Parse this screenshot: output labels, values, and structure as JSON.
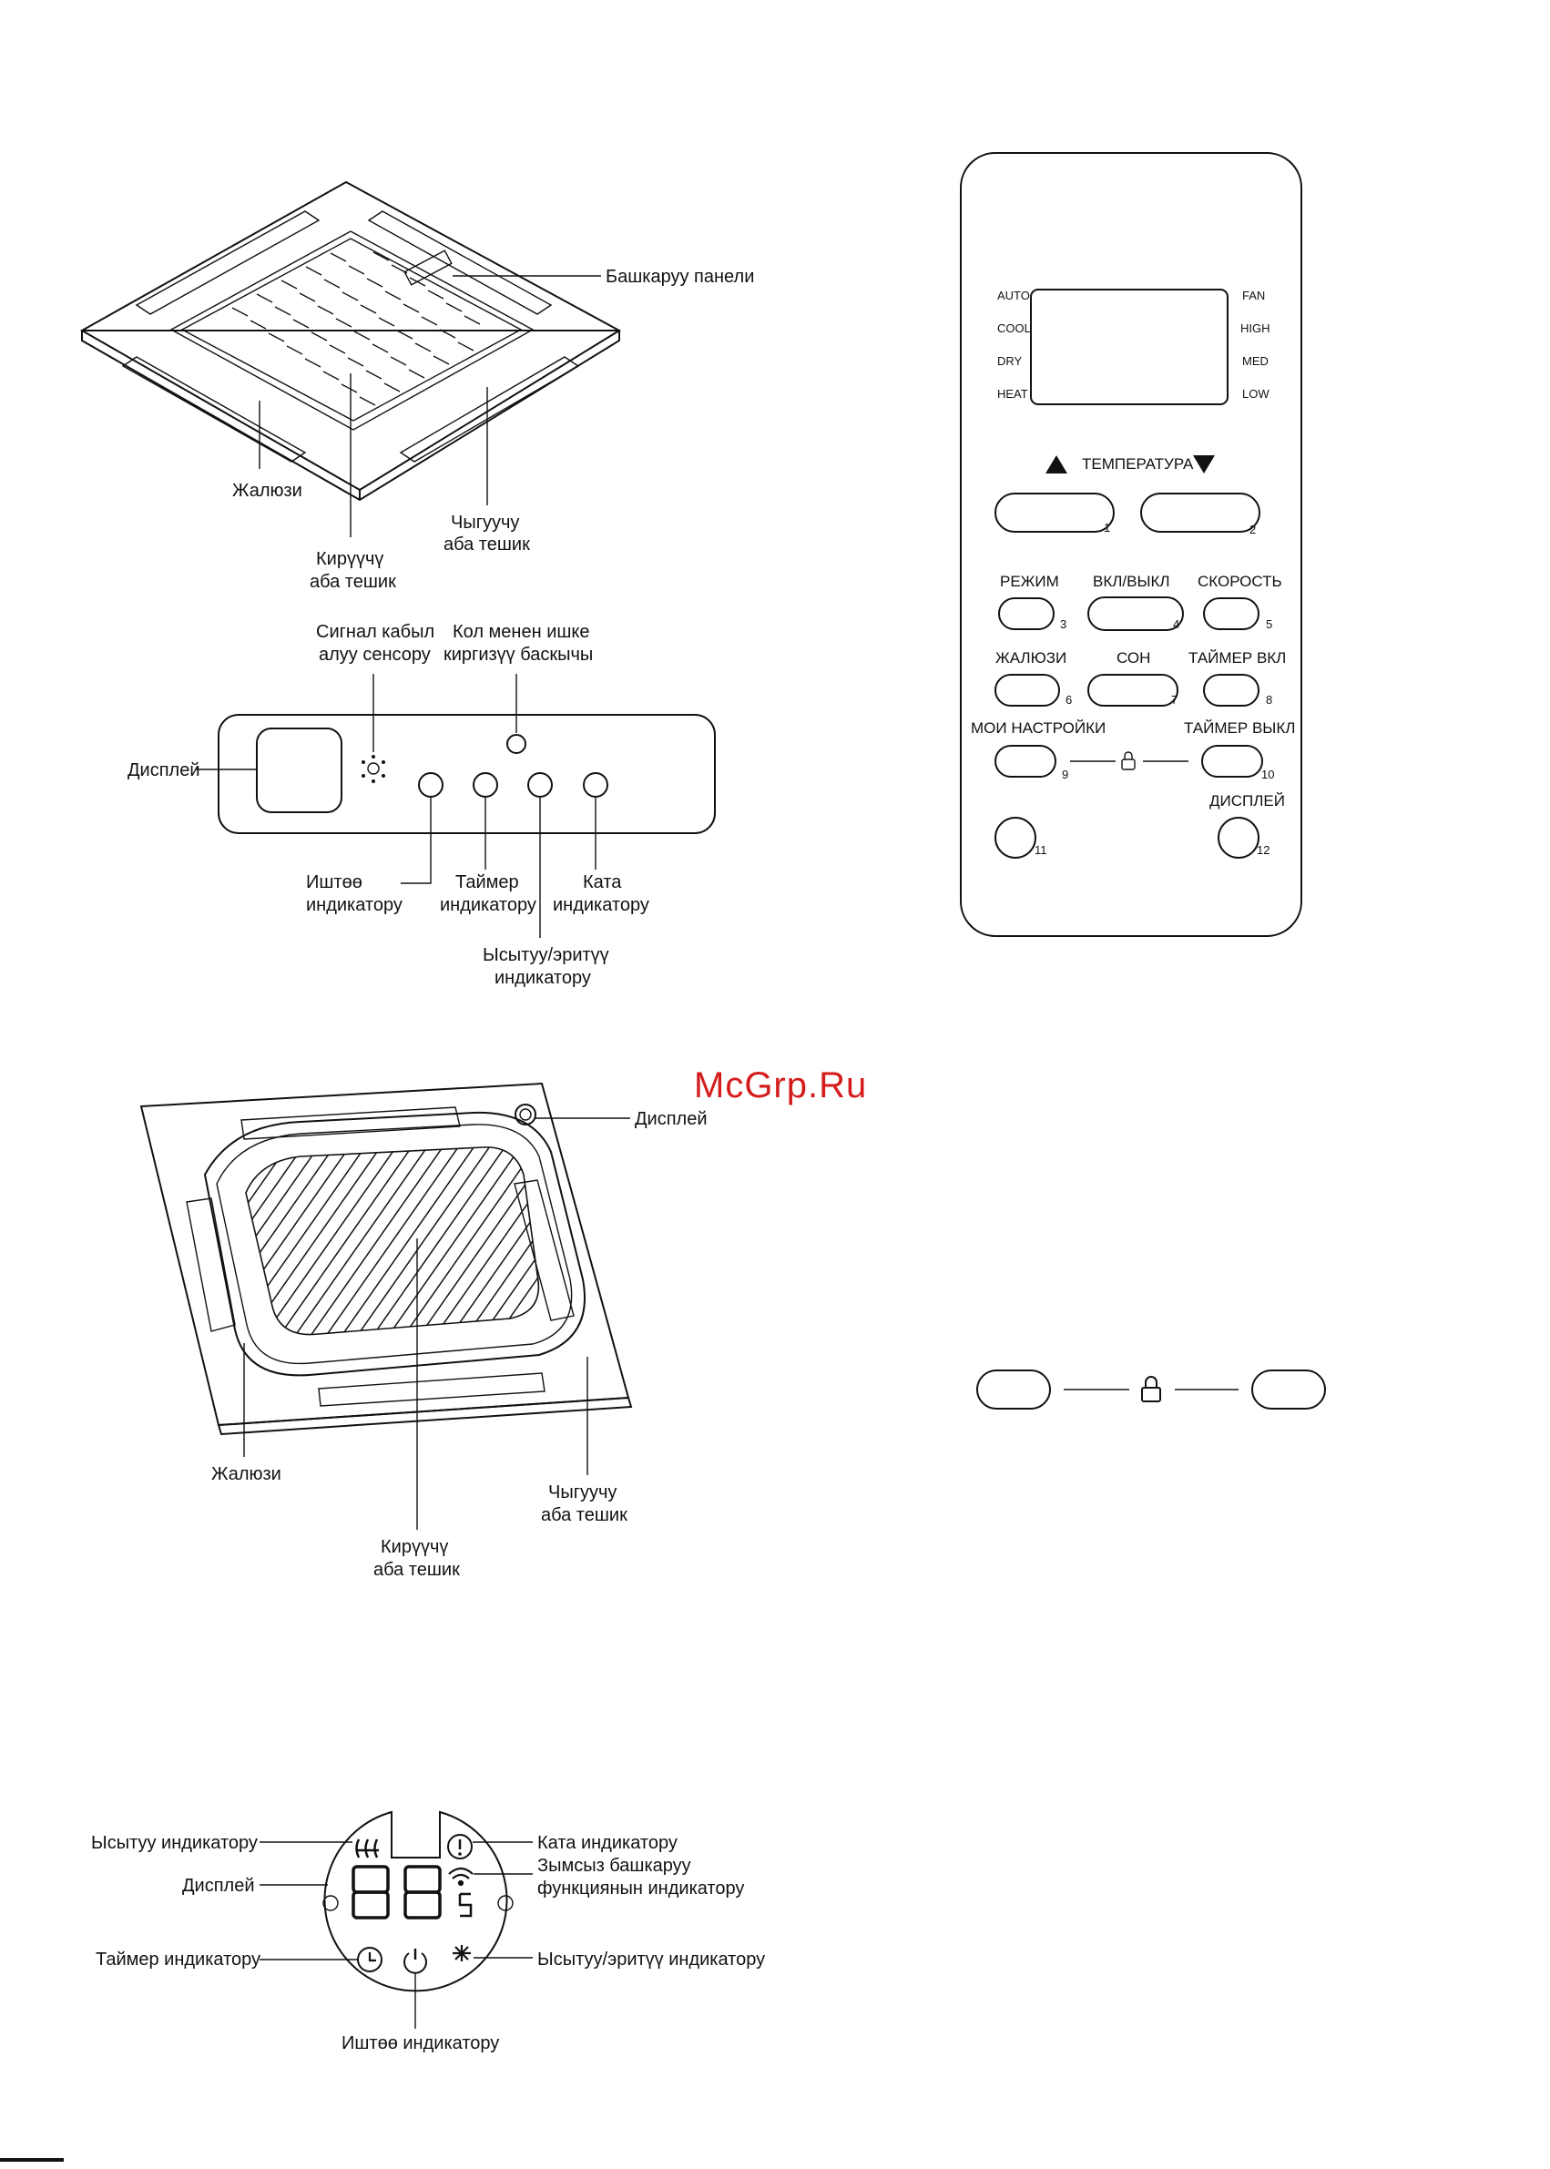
{
  "watermark": "McGrp.Ru",
  "panel1": {
    "control_panel": "Башкаруу панели",
    "louver": "Жалюзи",
    "outlet_l1": "Чыгуучу",
    "outlet_l2": "аба тешик",
    "inlet_l1": "Кирүүчү",
    "inlet_l2": "аба тешик"
  },
  "display_panel": {
    "sensor_l1": "Сигнал кабыл",
    "sensor_l2": "алуу сенсору",
    "manual_l1": "Кол менен ишке",
    "manual_l2": "киргизүү баскычы",
    "display": "Дисплей",
    "run_l1": "Иштөө",
    "run_l2": "индикатору",
    "timer_l1": "Таймер",
    "timer_l2": "индикатору",
    "error_l1": "Ката",
    "error_l2": "индикатору",
    "defrost_l1": "Ысытуу/эритүү",
    "defrost_l2": "индикатору"
  },
  "panel2": {
    "display": "Дисплей",
    "louver": "Жалюзи",
    "outlet_l1": "Чыгуучу",
    "outlet_l2": "аба тешик",
    "inlet_l1": "Кирүүчү",
    "inlet_l2": "аба тешик"
  },
  "round_display": {
    "heat": "Ысытуу индикатору",
    "display": "Дисплей",
    "timer": "Таймер индикатору",
    "run": "Иштөө индикатору",
    "error": "Ката индикатору",
    "wifi_l1": "Зымсыз башкаруу",
    "wifi_l2": "функциянын индикатору",
    "defrost": "Ысытуу/эритүү индикатору"
  },
  "remote": {
    "modes": [
      "AUTO",
      "COOL",
      "DRY",
      "HEAT"
    ],
    "fan": [
      "FAN",
      "HIGH",
      "MED",
      "LOW"
    ],
    "temperature": "ТЕМПЕРАТУРА",
    "mode": "РЕЖИМ",
    "onoff": "ВКЛ/ВЫКЛ",
    "speed": "СКОРОСТЬ",
    "louver": "ЖАЛЮЗИ",
    "sleep": "СОН",
    "timer_on": "ТАЙМЕР ВКЛ",
    "my_settings": "МОИ НАСТРОЙКИ",
    "timer_off": "ТАЙМЕР ВЫКЛ",
    "display": "ДИСПЛЕЙ",
    "numbers": [
      "1",
      "2",
      "3",
      "4",
      "5",
      "6",
      "7",
      "8",
      "9",
      "10",
      "11",
      "12"
    ]
  }
}
